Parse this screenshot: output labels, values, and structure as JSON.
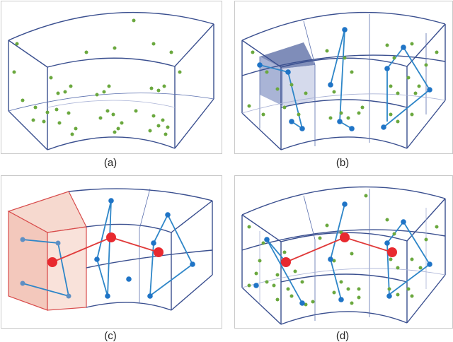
{
  "captions": {
    "a": "(a)",
    "b": "(b)",
    "c": "(c)",
    "d": "(d)"
  },
  "colors": {
    "edge": "#3a4f8f",
    "point_green": "#6aa83e",
    "node_blue": "#1f74c6",
    "node_red": "#e8292f",
    "highlight_blue": "#7f8db9",
    "highlight_red": "#f3c8bc"
  }
}
